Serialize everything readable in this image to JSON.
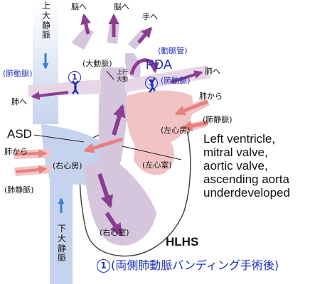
{
  "labels": {
    "svc": "上大静脈",
    "ivc": "下大静脈",
    "brain_left": "脳へ",
    "brain_right": "脳へ",
    "hand": "手へ",
    "aorta": "(大動脈)",
    "ductus_jp": "(動脈管)",
    "pda": "PDA",
    "pa_left": "(肺動脈)",
    "pa_right": "(肺動脈)",
    "to_lung_left": "肺へ",
    "to_lung_right": "肺へ",
    "from_lung_right": "肺から",
    "from_lung_left": "肺から",
    "pv_right": "(肺静脈)",
    "pv_left": "(肺静脈)",
    "asd": "ASD",
    "la": "(左心房)",
    "ra": "(右心房)",
    "lv_room": "(左心室)",
    "rv_room": "(右心室)",
    "ua_top": "上行",
    "ua_bottom": "大動",
    "marker_num": "1"
  },
  "note": {
    "line1": "Left ventricle,",
    "line2": "mitral valve,",
    "line3": "aortic valve,",
    "line4": "ascending aorta",
    "line5": "underdeveloped"
  },
  "title": "HLHS",
  "caption": {
    "num": "1",
    "text": "(両側肺動脈バンディング手術後)"
  },
  "colors": {
    "venous_blue": "#c6d3ee",
    "arterial_pink": "#f1c3c4",
    "mixed_purple": "#d6c6dd",
    "arrow_purple": "#8b3d90",
    "arrow_salmon": "#e88080",
    "band_blue": "#1c2fb8"
  }
}
